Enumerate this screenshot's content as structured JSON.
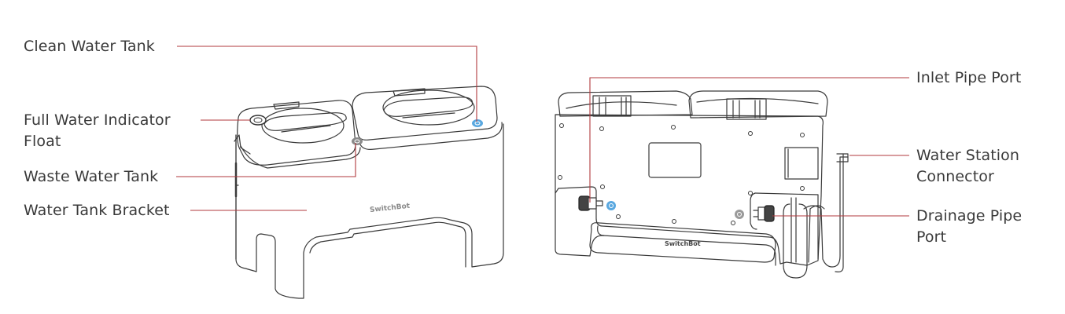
{
  "diagram": {
    "subject": "SwitchBot Water Station",
    "brand_mark": "SwitchBot",
    "callout_color": "#b23a3e",
    "indicator_colors": {
      "clean_water_button": "#5aa8e0",
      "waste_water_button": "#8a8a8a",
      "inlet_port_button": "#5aa8e0",
      "drain_port_button": "#9a9a9a"
    },
    "views": {
      "front": {
        "labels": [
          {
            "id": "clean-water-tank",
            "lines": [
              "Clean Water Tank"
            ]
          },
          {
            "id": "full-water-indicator-float",
            "lines": [
              "Full Water Indicator",
              "Float"
            ]
          },
          {
            "id": "waste-water-tank",
            "lines": [
              "Waste Water Tank"
            ]
          },
          {
            "id": "water-tank-bracket",
            "lines": [
              "Water Tank Bracket"
            ]
          }
        ]
      },
      "rear": {
        "labels": [
          {
            "id": "inlet-pipe-port",
            "lines": [
              "Inlet Pipe Port"
            ]
          },
          {
            "id": "water-station-connector",
            "lines": [
              "Water Station",
              "Connector"
            ]
          },
          {
            "id": "drainage-pipe-port",
            "lines": [
              "Drainage Pipe",
              "Port"
            ]
          }
        ]
      }
    }
  }
}
